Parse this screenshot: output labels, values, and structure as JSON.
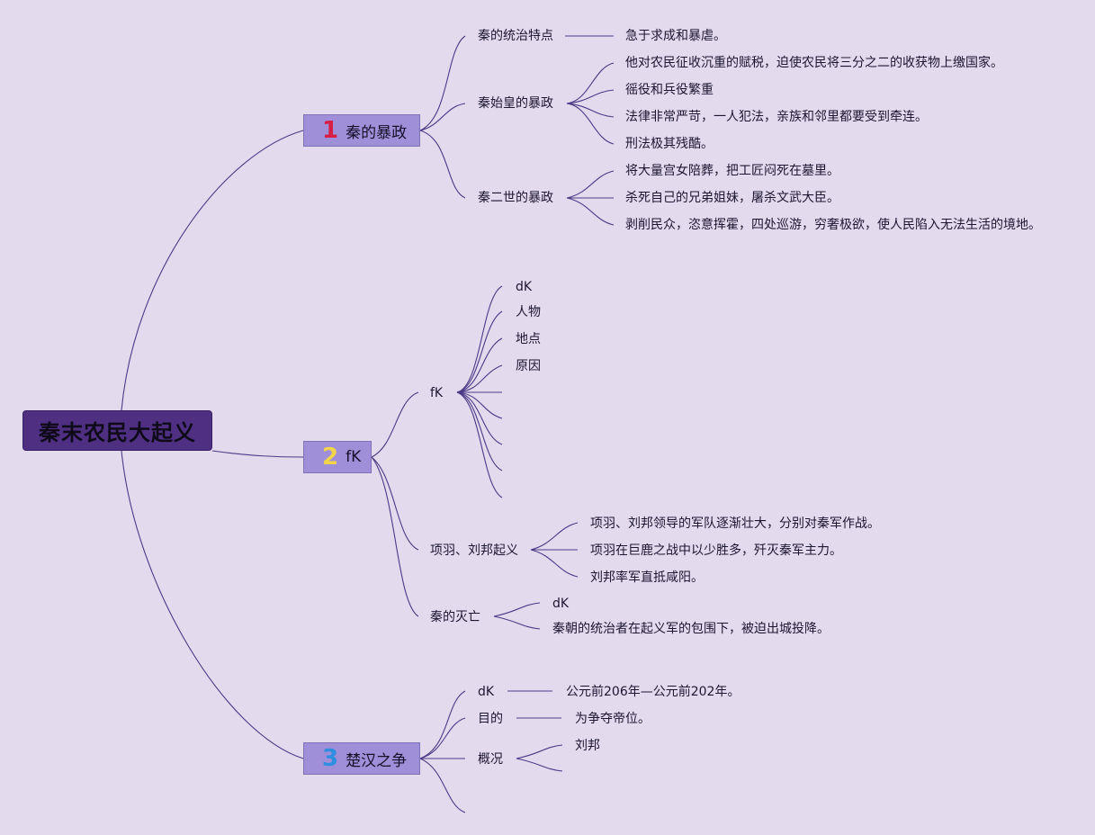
{
  "root": {
    "title": "秦末农民大起义"
  },
  "colors": {
    "background": "#e4daee",
    "root": "#4f2f82",
    "branch": "#9f8fd8",
    "line": "#4b3a86",
    "num1": "#d81e45",
    "num2": "#f2d44a",
    "num3": "#2f8ee0"
  },
  "branch1": {
    "num": "1",
    "title": "秦的暴政",
    "features": {
      "label": "秦的统治特点",
      "detail": "急于求成和暴虐。"
    },
    "qsh": {
      "label": "秦始皇的暴政",
      "items": [
        "他对农民征收沉重的赋税，迫使农民将三分之二的收获物上缴国家。",
        "徭役和兵役繁重",
        "法律非常严苛，一人犯法，亲族和邻里都要受到牵连。",
        "刑法极其残酷。"
      ]
    },
    "qes": {
      "label": "秦二世的暴政",
      "items": [
        "将大量宫女陪葬，把工匠闷死在墓里。",
        "杀死自己的兄弟姐妹，屠杀文武大臣。",
        "剥削民众，恣意挥霍，四处巡游，穷奢极欲，使人民陷入无法生活的境地。"
      ]
    }
  },
  "branch2": {
    "num": "2",
    "title": "fK",
    "sub1": {
      "label": "fK",
      "items": [
        "dK",
        "人物",
        "地点",
        "原因"
      ]
    },
    "sub2": {
      "label": "项羽、刘邦起义",
      "items": [
        "项羽、刘邦领导的军队逐渐壮大，分别对秦军作战。",
        "项羽在巨鹿之战中以少胜多，歼灭秦军主力。",
        "刘邦率军直抵咸阳。"
      ]
    },
    "sub3": {
      "label": "秦的灭亡",
      "items": [
        "dK",
        "秦朝的统治者在起义军的包围下，被迫出城投降。"
      ]
    }
  },
  "branch3": {
    "num": "3",
    "title": "楚汉之争",
    "time": {
      "label": "dK",
      "detail": "公元前206年—公元前202年。"
    },
    "goal": {
      "label": "目的",
      "detail": "为争夺帝位。"
    },
    "overview": {
      "label": "概况",
      "items": [
        "刘邦"
      ]
    }
  }
}
